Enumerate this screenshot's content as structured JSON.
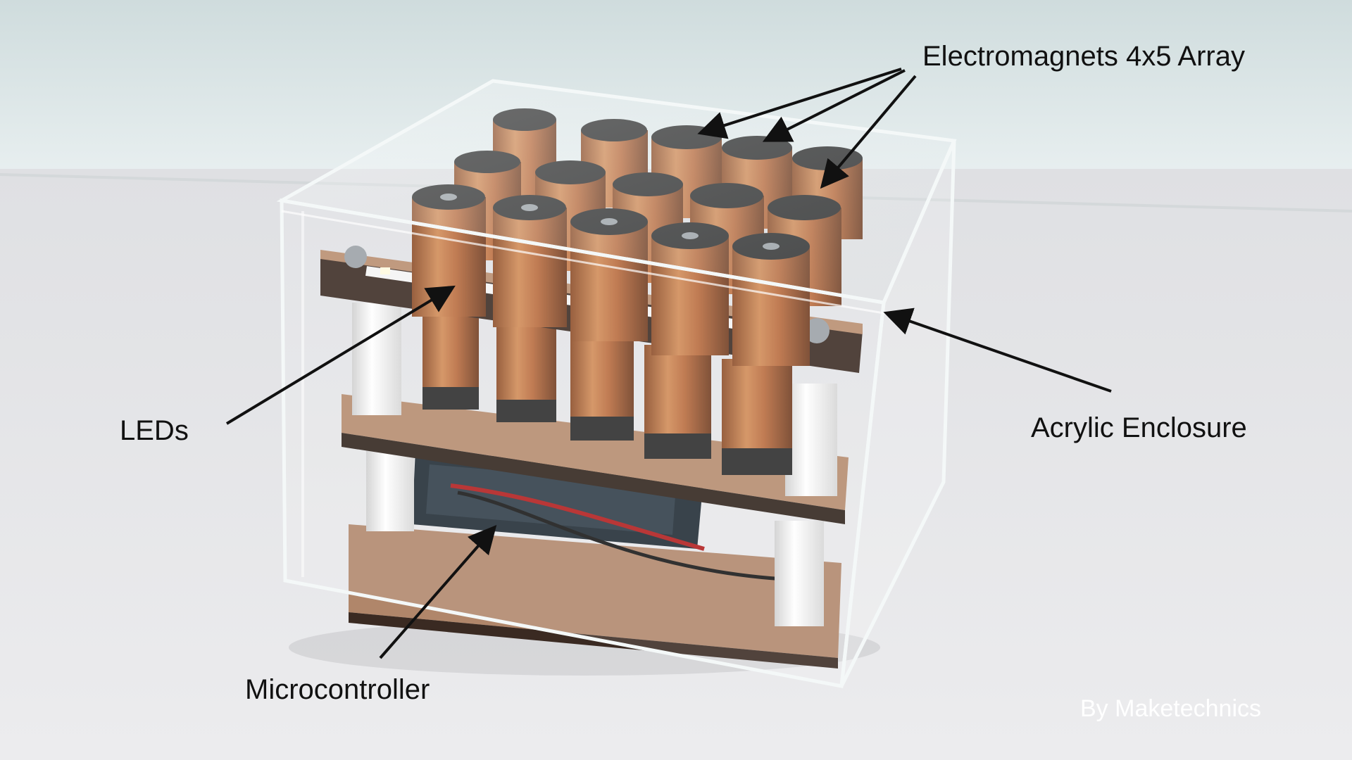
{
  "annotations": {
    "electromagnets": "Electromagnets 4x5 Array",
    "leds": "LEDs",
    "acrylic": "Acrylic Enclosure",
    "microcontroller": "Microcontroller"
  },
  "credit": "By Maketechnics",
  "colors": {
    "wall": "#e3ebec",
    "table": "#e6e6e8",
    "copper": "#b86a3c",
    "coil_cap": "#2a2a2a",
    "wood": "#b0866a",
    "wood_edge": "#3a2a22",
    "standoff": "#f2f2f2",
    "arrow": "#111111",
    "credit_text": "#ffffff"
  }
}
